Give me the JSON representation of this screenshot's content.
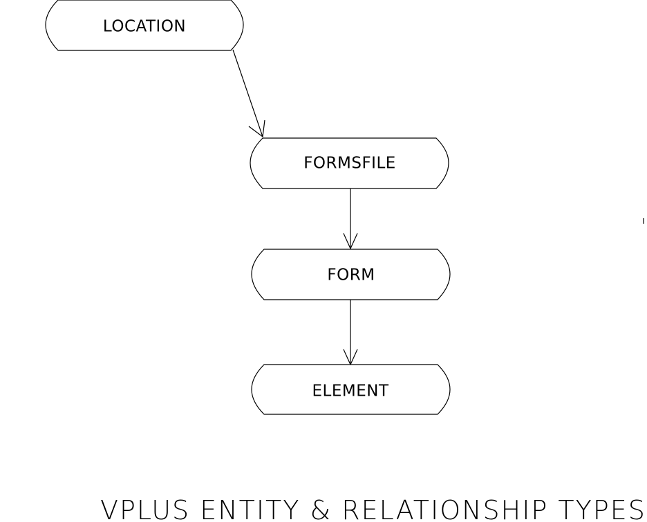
{
  "diagram": {
    "title": "VPLUS ENTITY & RELATIONSHIP TYPES",
    "nodes": [
      {
        "id": "location",
        "label": "LOCATION"
      },
      {
        "id": "formsfile",
        "label": "FORMSFILE"
      },
      {
        "id": "form",
        "label": "FORM"
      },
      {
        "id": "element",
        "label": "ELEMENT"
      }
    ],
    "edges": [
      {
        "from": "location",
        "to": "formsfile"
      },
      {
        "from": "formsfile",
        "to": "form"
      },
      {
        "from": "form",
        "to": "element"
      }
    ],
    "colors": {
      "stroke": "#000000",
      "background": "#ffffff"
    }
  }
}
